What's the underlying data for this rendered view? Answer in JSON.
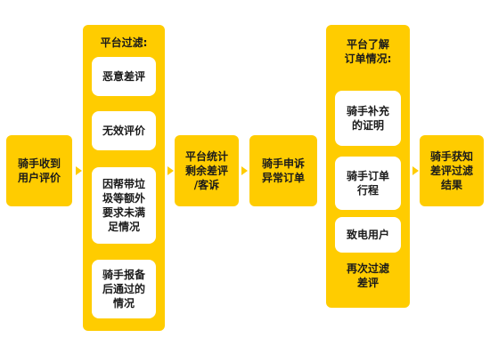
{
  "colors": {
    "box_fill": "#FFCC00",
    "card_fill": "#FFFFFF",
    "text": "#1A1A1A"
  },
  "nodes": {
    "rider_receives": "骑手收到\n用户评价",
    "platform_stats": "平台统计\n剩余差评\n/客诉",
    "rider_appeal": "骑手申诉\n异常订单",
    "rider_result": "骑手获知\n差评过滤\n结果"
  },
  "filter_panel": {
    "title": "平台过滤:",
    "items": [
      "恶意差评",
      "无效评价",
      "因帮带垃\n圾等额外\n要求未满\n足情况",
      "骑手报备\n后通过的\n情况"
    ]
  },
  "understand_panel": {
    "title": "平台了解\n订单情况:",
    "items": [
      "骑手补充\n的证明",
      "骑手订单\n行程",
      "致电用户"
    ],
    "footer": "再次过滤\n差评"
  }
}
